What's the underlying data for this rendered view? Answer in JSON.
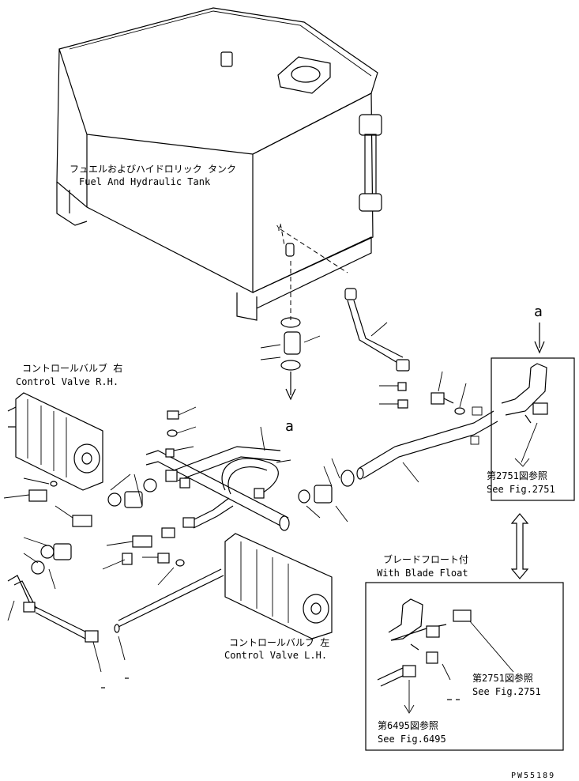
{
  "labels": {
    "tank_jp": "フュエルおよびハイドロリック タンク",
    "tank_en": "Fuel And Hydraulic Tank",
    "cv_rh_jp": "コントロールバルブ 右",
    "cv_rh_en": "Control Valve R.H.",
    "cv_lh_jp": "コントロールバルブ 左",
    "cv_lh_en": "Control Valve L.H.",
    "blade_float_jp": "ブレードフロート付",
    "blade_float_en": "With Blade Float",
    "ref_2751_jp_top": "第2751図参照",
    "ref_2751_en_top": "See Fig.2751",
    "ref_2751_jp_bot": "第2751図参照",
    "ref_2751_en_bot": "See Fig.2751",
    "ref_6495_jp": "第6495図参照",
    "ref_6495_en": "See Fig.6495",
    "marker_a_top": "a",
    "marker_a_mid": "a",
    "drawing_number": "PW55189"
  },
  "colors": {
    "line": "#000000",
    "background": "#ffffff"
  }
}
